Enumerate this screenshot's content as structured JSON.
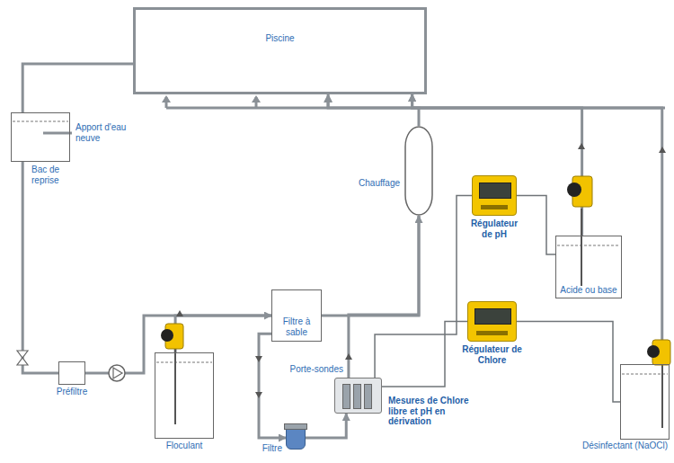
{
  "diagram": {
    "nodes": [
      {
        "text": [
          "Piscine"
        ]
      },
      {
        "text": [
          "Bac de reprise"
        ]
      },
      {
        "text": [
          "Chauffage"
        ]
      },
      {
        "text": [
          "Régulateur de pH"
        ]
      },
      {
        "text": [
          "Acide ou base"
        ]
      },
      {
        "text": [
          "Filtre à sable"
        ]
      },
      {
        "text": [
          "Régulateur de Chlore"
        ]
      },
      {
        "text": [
          "Préfiltre"
        ]
      },
      {
        "text": [
          "Porte-sondes"
        ]
      },
      {
        "text": [
          "Floculant"
        ]
      },
      {
        "text": [
          "Filtre"
        ]
      },
      {
        "text": [
          "Désinfectant (NaOCl)"
        ]
      }
    ],
    "edges": [
      {
        "from": 0,
        "to": 1,
        "arrow": "none"
      },
      {
        "from": 1,
        "to": 7,
        "arrow": "none"
      },
      {
        "from": 7,
        "to": 5,
        "arrow": "none"
      },
      {
        "from": 9,
        "to": 5,
        "arrow": "to"
      },
      {
        "from": 5,
        "to": 2,
        "arrow": "none"
      },
      {
        "from": 2,
        "to": 0,
        "arrow": "to"
      },
      {
        "from": 5,
        "to": 10,
        "arrow": "to"
      },
      {
        "from": 10,
        "to": 8,
        "arrow": "to"
      },
      {
        "from": 8,
        "to": 2,
        "arrow": "to"
      },
      {
        "from": 3,
        "to": 8,
        "arrow": "none"
      },
      {
        "from": 6,
        "to": 8,
        "arrow": "none"
      },
      {
        "from": 3,
        "to": 4,
        "arrow": "none"
      },
      {
        "from": 4,
        "to": 0,
        "arrow": "to"
      },
      {
        "from": 6,
        "to": 11,
        "arrow": "none"
      },
      {
        "from": 11,
        "to": 0,
        "arrow": "to"
      }
    ],
    "labels": [
      "Apport d'eau neuve",
      "Mesures de Chlore libre et pH en dérivation"
    ]
  }
}
